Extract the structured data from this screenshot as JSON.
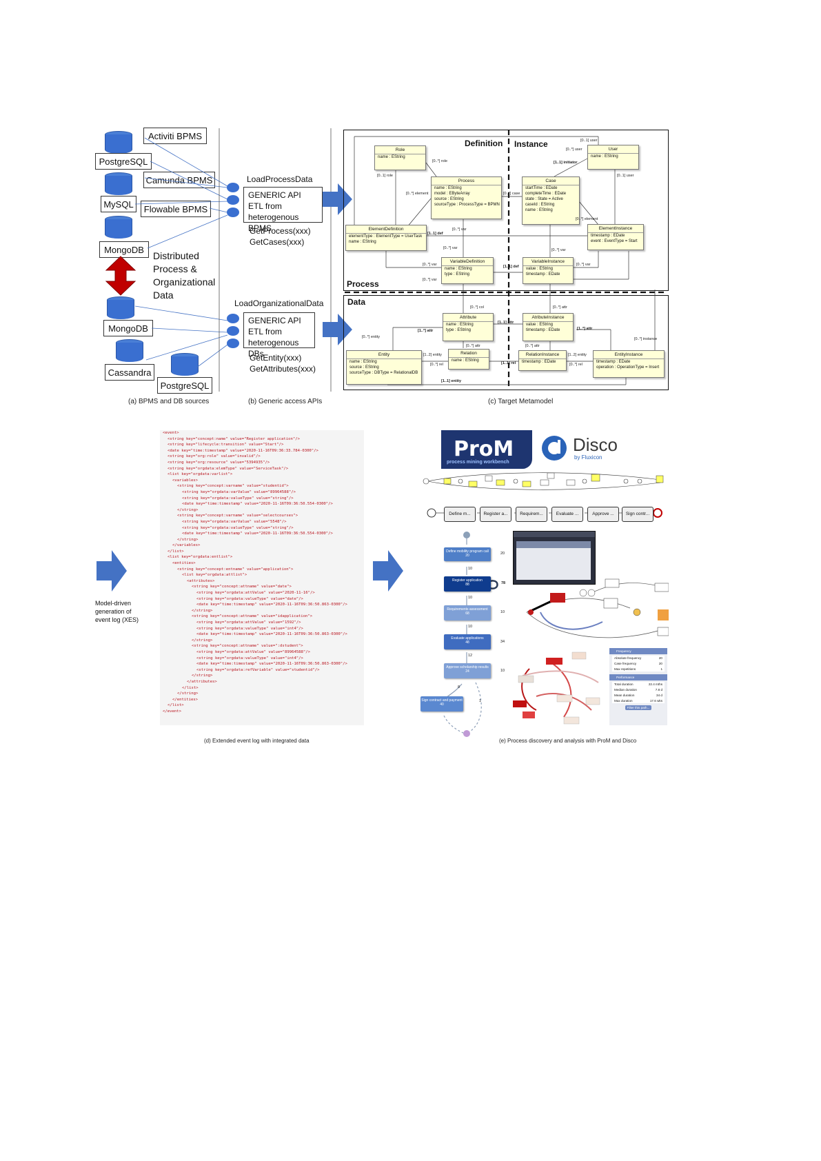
{
  "panel_a": {
    "sources": {
      "activiti": "Activiti BPMS",
      "postgres_top": "PostgreSQL",
      "camunda": "Camunda BPMS",
      "mysql": "MySQL",
      "flowable": "Flowable BPMS",
      "mongodb_top": "MongoDB",
      "mongodb_bottom": "MongoDB",
      "cassandra": "Cassandra",
      "postgres_bottom": "PostgreSQL"
    },
    "distributed_label": [
      "Distributed",
      "Process &",
      "Organizational",
      "Data"
    ],
    "caption": "(a) BPMS and DB sources"
  },
  "panel_b": {
    "process_title": "LoadProcessData",
    "process_api": [
      "GENERIC API",
      "ETL from",
      "heterogenous BPMS"
    ],
    "process_calls": [
      "GetProcess(xxx)",
      "GetCases(xxx)"
    ],
    "org_title": "LoadOrganizationalData",
    "org_api": [
      "GENERIC API",
      "ETL from",
      "heterogenous DBs"
    ],
    "org_calls": [
      "GetEntity(xxx)",
      "GetAttributes(xxx)"
    ],
    "caption": "(b) Generic access APIs"
  },
  "panel_c": {
    "definition": "Definition",
    "instance": "Instance",
    "process": "Process",
    "data": "Data",
    "classes": {
      "role": {
        "name": "Role",
        "attrs": [
          "name : EString"
        ]
      },
      "user": {
        "name": "User",
        "attrs": [
          "name : EString"
        ]
      },
      "process": {
        "name": "Process",
        "attrs": [
          "name : EString",
          "model : EByteArray",
          "source : EString",
          "sourceType : ProcessType = BPMN"
        ]
      },
      "case": {
        "name": "Case",
        "attrs": [
          "startTime : EDate",
          "completeTime : EDate",
          "state : State = Active",
          "caseId : EString",
          "name : EString"
        ]
      },
      "element_def": {
        "name": "ElementDefinition",
        "attrs": [
          "elementType : ElementType = UserTask",
          "name : EString"
        ]
      },
      "element_inst": {
        "name": "ElementInstance",
        "attrs": [
          "timestamp : EDate",
          "event : EventType = Start"
        ]
      },
      "variable_def": {
        "name": "VariableDefinition",
        "attrs": [
          "name : EString",
          "type : EString"
        ]
      },
      "variable_inst": {
        "name": "VariableInstance",
        "attrs": [
          "value : EString",
          "timestamp : EDate"
        ]
      },
      "attribute": {
        "name": "Attribute",
        "attrs": [
          "name : EString",
          "type : EString"
        ]
      },
      "attribute_inst": {
        "name": "AtributeInstance",
        "attrs": [
          "value : EString",
          "timestamp : EDate"
        ]
      },
      "entity": {
        "name": "Entity",
        "attrs": [
          "name : EString",
          "source : EString",
          "sourceType : DBType = RelationalDB"
        ]
      },
      "relation": {
        "name": "Relation",
        "attrs": [
          "name : EString"
        ]
      },
      "relation_inst": {
        "name": "RelationInstance",
        "attrs": [
          "timestamp : EDate"
        ]
      },
      "entity_inst": {
        "name": "EntityInstance",
        "attrs": [
          "timestamp : EDate",
          "operation : OperationType = Insert"
        ]
      }
    },
    "multiplicities": {
      "user_top": "[0..1] user",
      "user_mid": "[0..*] user",
      "initiator": "[1..1] initiator",
      "role_top": "[0..*] role",
      "role_left": "[0..1] role",
      "user_right": "[0..1] user",
      "element": "[0..*] element",
      "case": "[0..*] case",
      "element_right": "[0..*] element",
      "def": "[1..1] def",
      "var1": "[0..*] var",
      "var2": "[0..*] var",
      "var3": "[0..*] var",
      "var4": "[0..*] var",
      "var5": "[0..*] var",
      "var6": "[0..*] var",
      "def2": "[1..1] def",
      "col": "[0..*] col",
      "attr1": "[0..*] attr",
      "attr_bold": "[1..1] attr",
      "attr_bold2": "[1..*] attr",
      "attr_bold3": "[1..*] attr",
      "entity": "[0..*] entity",
      "instance": "[0..*] instance",
      "attr2": "[0..*] attr",
      "attr3": "[0..*] attr",
      "entity_r": "[1..2] entity",
      "entity_r2": "[1..2] entity",
      "rel1": "[0..*] rel",
      "rel2": "[0..*] rel",
      "rel_bold": "[1..1] rel",
      "entity_bottom": "[1..1] entity"
    },
    "caption": "(c) Target Metamodel"
  },
  "panel_d": {
    "side_label": [
      "Model-driven",
      "generation of",
      "event log (XES)"
    ],
    "xml_lines": [
      {
        "i": 0,
        "t": "<event>"
      },
      {
        "i": 1,
        "t": "<string key=\"concept:name\" value=\"Register application\"/>"
      },
      {
        "i": 1,
        "t": "<string key=\"lifecycle:transition\" value=\"Start\"/>"
      },
      {
        "i": 1,
        "t": "<date key=\"time:timestamp\" value=\"2020-11-16T09:36:33.784-0300\"/>"
      },
      {
        "i": 1,
        "t": "<string key=\"org:role\" value=\"invalid\"/>"
      },
      {
        "i": 1,
        "t": "<string key=\"org:resource\" value=\"5394935\"/>"
      },
      {
        "i": 1,
        "t": "<string key=\"orgdata:elemType\" value=\"ServiceTask\"/>"
      },
      {
        "i": 1,
        "t": "<list key=\"orgdata:varlist\">"
      },
      {
        "i": 2,
        "t": "<variables>"
      },
      {
        "i": 3,
        "t": "<string key=\"concept:varname\" value=\"studentid\">"
      },
      {
        "i": 4,
        "t": "<string key=\"orgdata:varValue\" value=\"89964588\"/>"
      },
      {
        "i": 4,
        "t": "<string key=\"orgdata:valueType\" value=\"string\"/>"
      },
      {
        "i": 4,
        "t": "<date key=\"time:timestamp\" value=\"2020-11-16T09:36:50.554-0300\"/>"
      },
      {
        "i": 3,
        "t": "</string>"
      },
      {
        "i": 3,
        "t": "<string key=\"concept:varname\" value=\"selectcourses\">"
      },
      {
        "i": 4,
        "t": "<string key=\"orgdata:varValue\" value=\"5548\"/>"
      },
      {
        "i": 4,
        "t": "<string key=\"orgdata:valueType\" value=\"string\"/>"
      },
      {
        "i": 4,
        "t": "<date key=\"time:timestamp\" value=\"2020-11-16T09:36:50.554-0300\"/>"
      },
      {
        "i": 3,
        "t": "</string>"
      },
      {
        "i": 2,
        "t": "</variables>"
      },
      {
        "i": 1,
        "t": "</list>"
      },
      {
        "i": 1,
        "t": "<list key=\"orgdata:entlist\">"
      },
      {
        "i": 2,
        "t": "<entities>"
      },
      {
        "i": 3,
        "t": "<string key=\"concept:entname\" value=\"application\">"
      },
      {
        "i": 4,
        "t": "<list key=\"orgdata:attlist\">"
      },
      {
        "i": 5,
        "t": "<attributes>"
      },
      {
        "i": 6,
        "t": "<string key=\"concept:attname\" value=\"date\">"
      },
      {
        "i": 7,
        "t": "<string key=\"orgdata:attValue\" value=\"2020-11-16\"/>"
      },
      {
        "i": 7,
        "t": "<string key=\"orgdata:valueType\" value=\"date\"/>"
      },
      {
        "i": 7,
        "t": "<date key=\"time:timestamp\" value=\"2020-11-16T09:36:50.863-0300\"/>"
      },
      {
        "i": 6,
        "t": "</string>"
      },
      {
        "i": 6,
        "t": "<string key=\"concept:attname\" value=\"idapplication\">"
      },
      {
        "i": 7,
        "t": "<string key=\"orgdata:attValue\" value=\"1592\"/>"
      },
      {
        "i": 7,
        "t": "<string key=\"orgdata:valueType\" value=\"int4\"/>"
      },
      {
        "i": 7,
        "t": "<date key=\"time:timestamp\" value=\"2020-11-16T09:36:50.863-0300\"/>"
      },
      {
        "i": 6,
        "t": "</string>"
      },
      {
        "i": 6,
        "t": "<string key=\"concept:attname\" value=\":dstudent\">"
      },
      {
        "i": 7,
        "t": "<string key=\"orgdata:attValue\" value=\"89964588\"/>"
      },
      {
        "i": 7,
        "t": "<string key=\"orgdata:valueType\" value=\"int4\"/>"
      },
      {
        "i": 7,
        "t": "<date key=\"time:timestamp\" value=\"2020-11-16T09:36:50.863-0300\"/>"
      },
      {
        "i": 7,
        "t": "<string key=\"orgdata:refVariable\" value=\"studentid\"/>"
      },
      {
        "i": 6,
        "t": "</string>"
      },
      {
        "i": 5,
        "t": "</attributes>"
      },
      {
        "i": 4,
        "t": "</list>"
      },
      {
        "i": 3,
        "t": "</string>"
      },
      {
        "i": 2,
        "t": "</entities>"
      },
      {
        "i": 1,
        "t": "</list>"
      },
      {
        "i": 0,
        "t": "</event>"
      }
    ],
    "caption": "(d) Extended event log with integrated data"
  },
  "panel_e": {
    "prom_logo": "ProM",
    "prom_sub": "process mining workbench",
    "disco_logo": "Disco",
    "disco_sub": "by Fluxicon",
    "prom_nodes": [
      "Define m...",
      "Register a...",
      "Requirem...",
      "Evaluate ...",
      "Approve ...",
      "Sign contr..."
    ],
    "disco_nodes": [
      {
        "label": "Define mobility program call",
        "count": "20"
      },
      {
        "label": "Register application",
        "count": "88"
      },
      {
        "label": "Requirements assessment",
        "count": "68"
      },
      {
        "label": "Evaluate applications",
        "count": "48"
      },
      {
        "label": "Approve scholarship results",
        "count": "24"
      },
      {
        "label": "Sign contract and payment",
        "count": "40"
      }
    ],
    "disco_side_counts": [
      "20",
      "78",
      "10",
      "34",
      "10"
    ],
    "disco_edge_counts": [
      "10",
      "10",
      "10",
      "12",
      "8",
      "1"
    ],
    "stats": {
      "section1": "Frequency",
      "rows1": [
        {
          "k": "Absolute frequency",
          "v": "20"
        },
        {
          "k": "Case frequency",
          "v": "20"
        },
        {
          "k": "Max repetitions",
          "v": "1"
        }
      ],
      "section2": "Performance",
      "rows2": [
        {
          "k": "Total duration",
          "v": "22.4 mths"
        },
        {
          "k": "Median duration",
          "v": "7.8 d"
        },
        {
          "k": "Mean duration",
          "v": "34 d"
        },
        {
          "k": "Max duration",
          "v": "17.6 wks"
        }
      ],
      "button": "Filter this path..."
    },
    "caption": "(e) Process discovery and analysis with ProM and Disco"
  },
  "colors": {
    "db_blue": "#3a6fd0",
    "arrow_blue": "#4472c4",
    "red_arrow": "#c00000",
    "uml_fill": "#ffffd8",
    "disco_node": "#4f7fc8"
  }
}
